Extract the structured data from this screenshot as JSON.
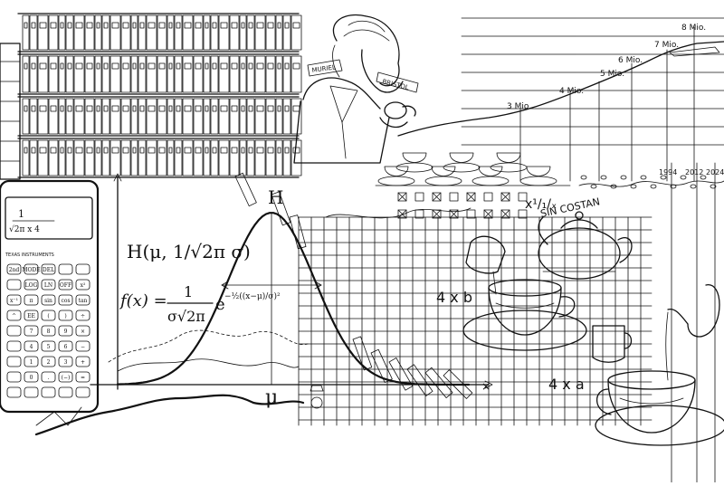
{
  "growth_chart": {
    "labels": [
      "3 Mio.",
      "4 Mio.",
      "5 Mio.",
      "6 Mio.",
      "7 Mio.",
      "8 Mio."
    ],
    "years": [
      "1994",
      "2012",
      "2024"
    ]
  },
  "calculator": {
    "display_numerator": "1",
    "display_denominator": "√2π x 4",
    "brand": "TEXAS INSTRUMENTS",
    "keys": [
      "2nd",
      "MODE",
      "DEL",
      "",
      "",
      "",
      "LOG",
      "LN",
      "OFF",
      "x²",
      "x⁻¹",
      "π",
      "sin",
      "cos",
      "tan",
      "^",
      "EE",
      "(",
      ")",
      "÷",
      "",
      "7",
      "8",
      "9",
      "×",
      "",
      "4",
      "5",
      "6",
      "−",
      "",
      "1",
      "2",
      "3",
      "+",
      "",
      "0",
      ".",
      "(−)",
      "="
    ]
  },
  "formulas": {
    "entropy": "H(μ, 1/√2π σ)",
    "gaussian_lhs": "f(x) =",
    "gaussian_num": "1",
    "gaussian_den": "σ√2π",
    "exponent": "−½((x−μ)/σ)²",
    "mu": "μ",
    "H": "H"
  },
  "tea_labels": {
    "label_muriel": "MURIEL",
    "label_bristol": "BRISTOL",
    "sin_costan": "SIN COSTAN",
    "x_expr": "x¹/₁/ₓ",
    "four_b": "4 x b",
    "four_a": "4 x a"
  }
}
